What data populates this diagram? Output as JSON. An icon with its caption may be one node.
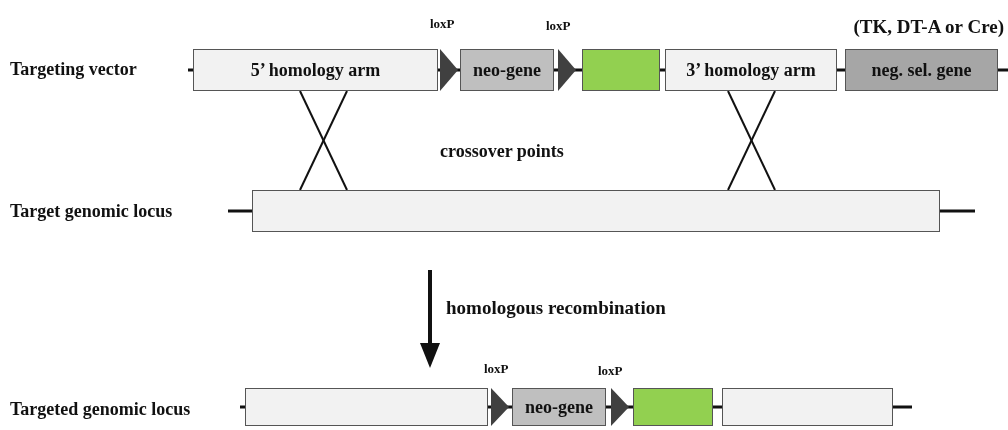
{
  "diagram": {
    "nodes": [
      {
        "text": [
          "5’ homology arm"
        ]
      },
      {
        "text": [
          "neo-gene"
        ]
      },
      {
        "text": [],
        "shape": "box"
      },
      {
        "text": [
          "3’ homology arm"
        ]
      },
      {
        "text": [
          "neg. sel. gene"
        ],
        "beside": [
          "(TK, DT-A or Cre)"
        ]
      },
      {
        "text": [],
        "shape": "box"
      },
      {
        "text": [],
        "shape": "box"
      },
      {
        "text": [
          "neo-gene"
        ]
      },
      {
        "text": [],
        "shape": "box"
      },
      {
        "text": [],
        "shape": "box"
      }
    ],
    "edges": [
      {
        "from": 0,
        "to": 5,
        "arrow": "none"
      },
      {
        "from": 0,
        "to": 5,
        "arrow": "none"
      },
      {
        "from": 3,
        "to": 5,
        "arrow": "none"
      },
      {
        "from": 3,
        "to": 5,
        "arrow": "none"
      }
    ],
    "labels": [
      "loxP",
      "loxP",
      "Targeting vector",
      "crossover points",
      "Target genomic locus",
      "homologous recombination",
      "loxP",
      "loxP",
      "Targeted genomic locus"
    ]
  }
}
